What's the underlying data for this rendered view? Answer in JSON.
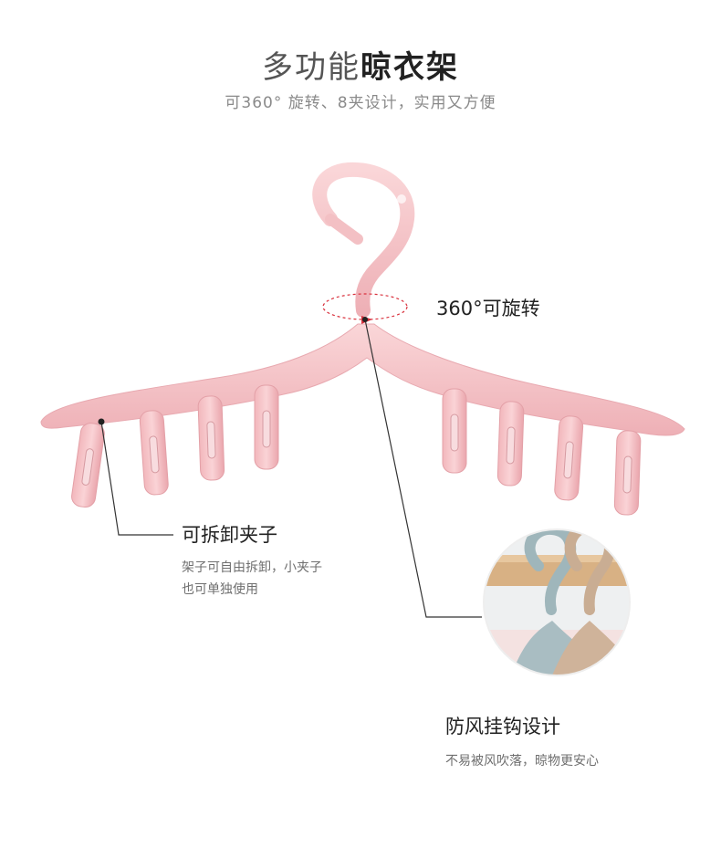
{
  "header": {
    "title_light": "多功能",
    "title_bold": "晾衣架",
    "subtitle": "可360° 旋转、8夹设计，实用又方便"
  },
  "features": {
    "rotate": {
      "label": "360°可旋转"
    },
    "clips": {
      "label": "可拆卸夹子",
      "desc_line1": "架子可自由拆卸，小夹子",
      "desc_line2": "也可单独使用"
    },
    "hook": {
      "label": "防风挂钩设计",
      "desc": "不易被风吹落，晾物更安心"
    }
  },
  "colors": {
    "hanger_pink": "#f6c2c6",
    "hanger_pink_dark": "#e9a6ad",
    "accent_red": "#d9313d"
  }
}
